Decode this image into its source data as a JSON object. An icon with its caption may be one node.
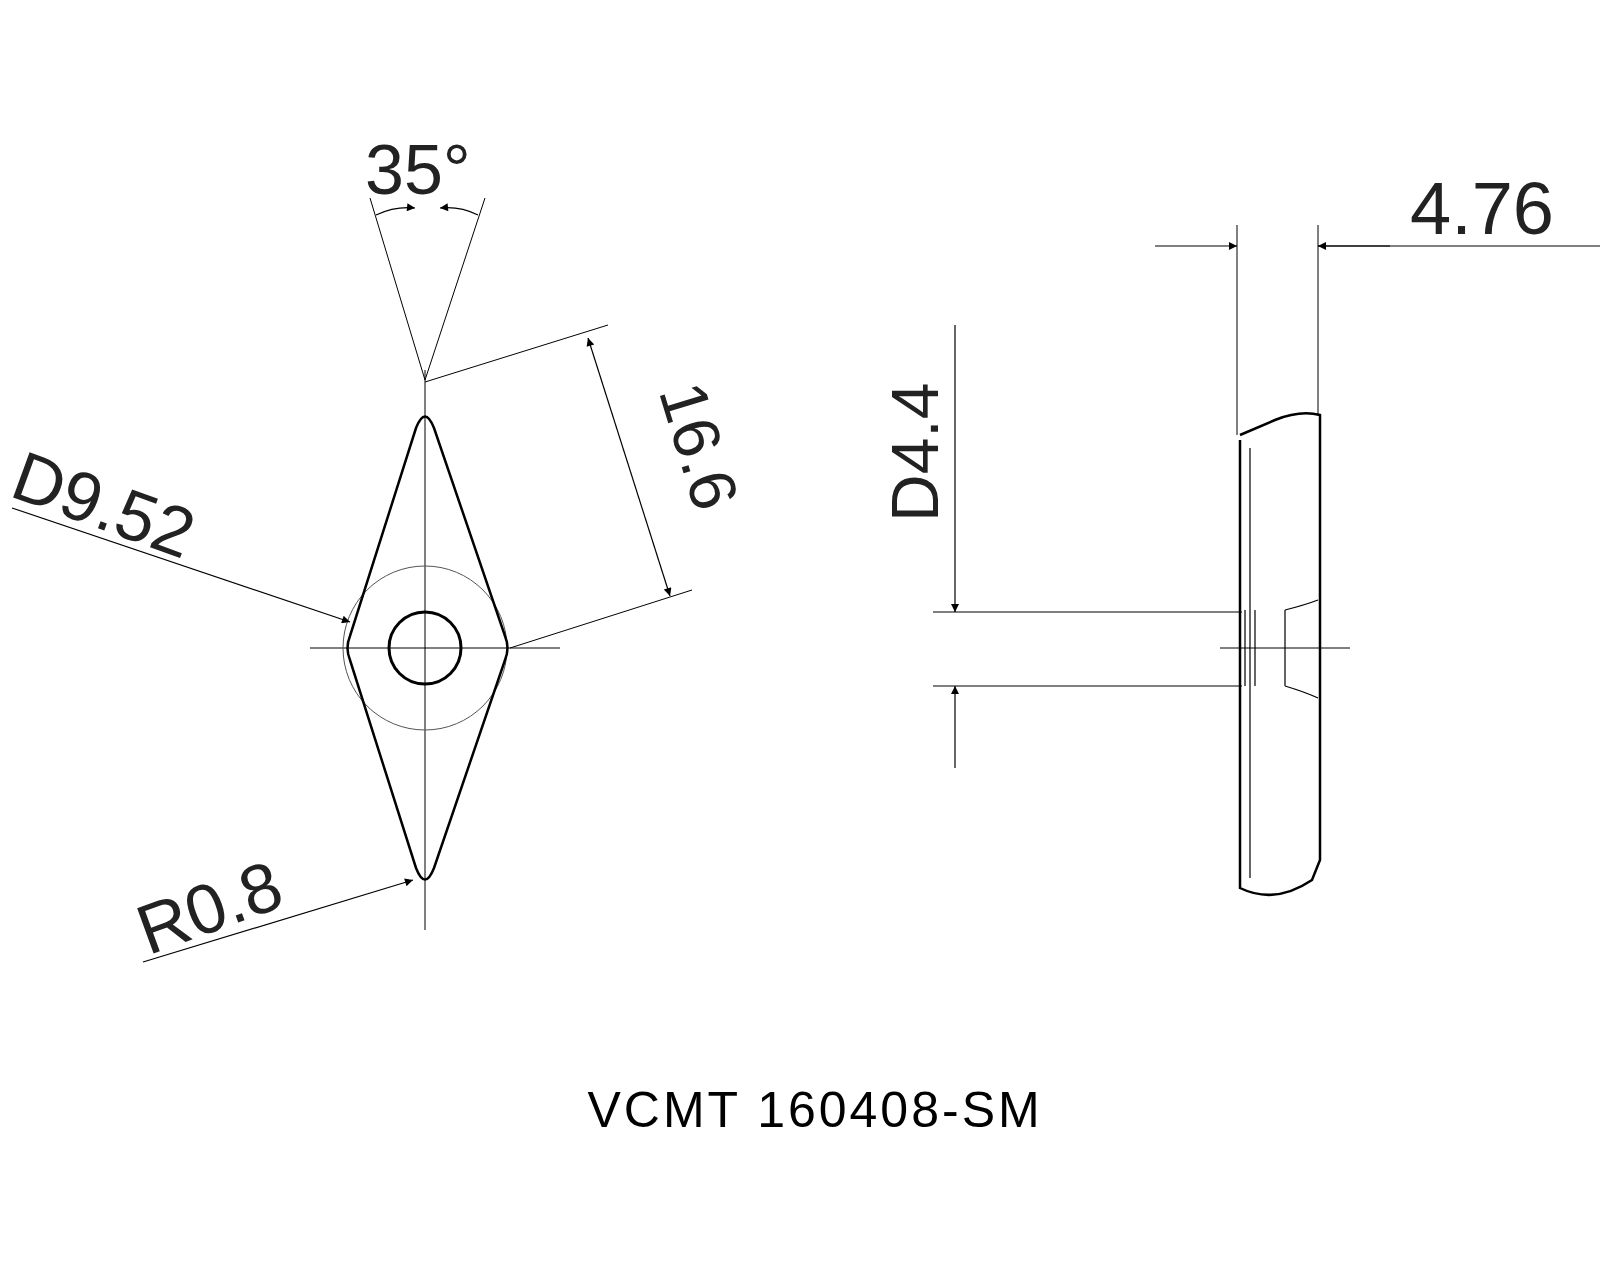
{
  "diagram": {
    "caption": "VCMT 160408-SM",
    "labels": [
      "35°",
      "4.76",
      "D4.4",
      "16.6",
      "D9.52",
      "R0.8"
    ]
  }
}
